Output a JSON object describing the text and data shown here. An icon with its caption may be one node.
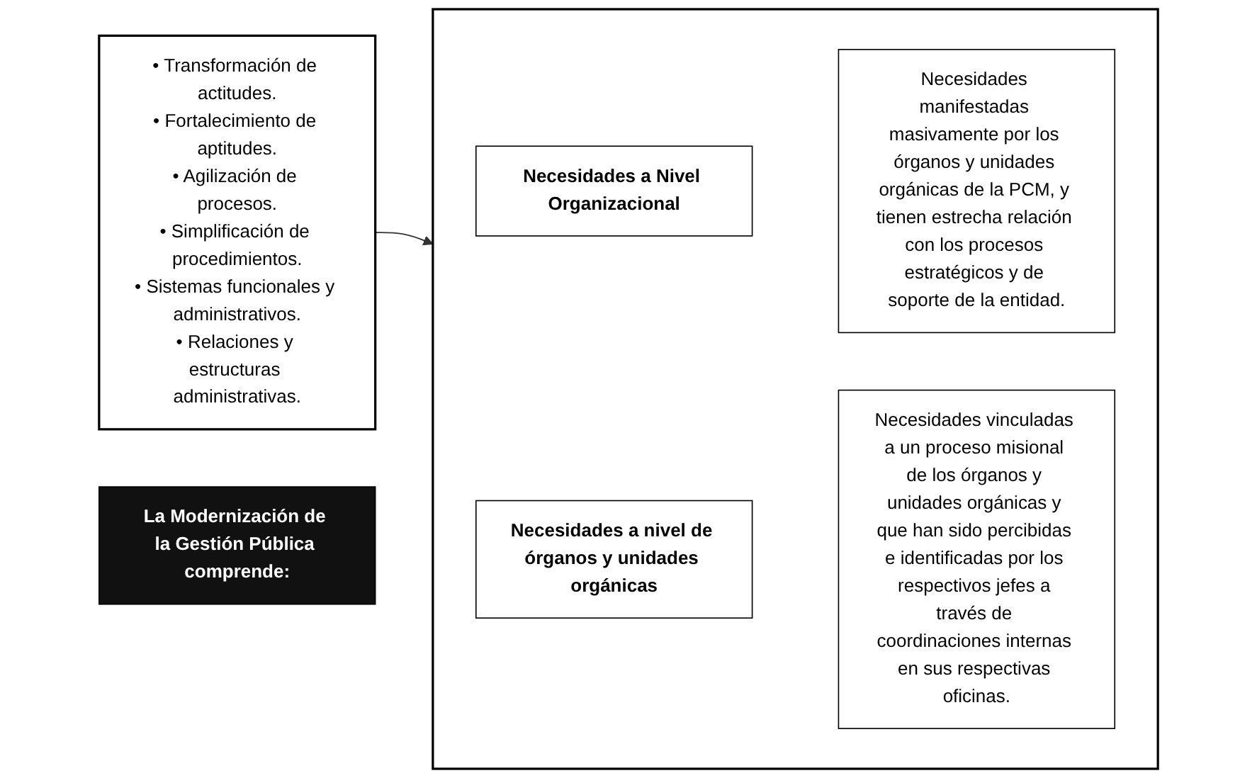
{
  "diagram": {
    "nodes": [
      {
        "text": [
          "La Modernización de la Gestión Pública comprende:"
        ]
      },
      {
        "text": [
          "• Transformación de actitudes.",
          "• Fortalecimiento de aptitudes.",
          "• Agilización de procesos.",
          "• Simplificación de procedimientos.",
          "• Sistemas funcionales y administrativos.",
          "• Relaciones y estructuras administrativas."
        ]
      },
      {
        "text": [],
        "shape": "box"
      },
      {
        "text": [
          "Necesidades a Nivel Organizacional"
        ],
        "in": 2
      },
      {
        "text": [
          "Necesidades manifestadas masivamente por los órganos y unidades orgánicas de la PCM, y tienen estrecha relación con los procesos estratégicos y de soporte de la entidad."
        ],
        "in": 2
      },
      {
        "text": [
          "Necesidades a nivel de órganos y unidades orgánicas"
        ],
        "in": 2
      },
      {
        "text": [
          "Necesidades vinculadas a un proceso misional de los órganos y unidades orgánicas y que han sido percibidas e identificadas por los respectivos jefes a través de coordinaciones internas en sus respectivas oficinas."
        ],
        "in": 2
      }
    ],
    "edges": [
      {
        "from": 1,
        "to": 2,
        "arrow": "to"
      }
    ]
  }
}
